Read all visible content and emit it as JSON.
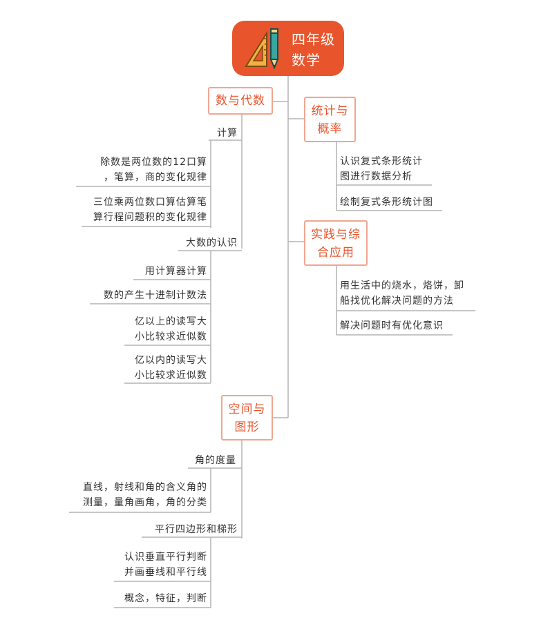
{
  "root": {
    "lines": [
      "四年级",
      "数学"
    ]
  },
  "branches": {
    "numbers_algebra": {
      "label": "数与代数",
      "calc": {
        "label": "计算",
        "items": [
          [
            "除数是两位数的12口算",
            "，笔算，商的变化规律"
          ],
          [
            "三位乘两位数口算估算笔",
            "算行程问题积的变化规律"
          ]
        ]
      },
      "large_numbers": {
        "label": "大数的认识",
        "items": [
          [
            "用计算器计算"
          ],
          [
            "数的产生十进制计数法"
          ],
          [
            "亿以上的读写大",
            "小比较求近似数"
          ],
          [
            "亿以内的读写大",
            "小比较求近似数"
          ]
        ]
      }
    },
    "statistics": {
      "label": [
        "统计与",
        "概率"
      ],
      "items": [
        [
          "认识复式条形统计",
          "图进行数据分析"
        ],
        [
          "绘制复式条形统计图"
        ]
      ]
    },
    "practice": {
      "label": [
        "实践与综",
        "合应用"
      ],
      "items": [
        [
          "用生活中的烧水，烙饼，卸",
          "船找优化解决问题的方法"
        ],
        [
          "解决问题时有优化意识"
        ]
      ]
    },
    "space_shapes": {
      "label": [
        "空间与",
        "图形"
      ],
      "angles": {
        "label": "角的度量",
        "items": [
          [
            "直线，射线和角的含义角的",
            "测量，量角画角，角的分类"
          ]
        ]
      },
      "quadrilaterals": {
        "label": "平行四边形和梯形",
        "items": [
          [
            "认识垂直平行判断",
            "并画垂线和平行线"
          ],
          [
            "概念，特征，判断"
          ]
        ]
      }
    }
  }
}
